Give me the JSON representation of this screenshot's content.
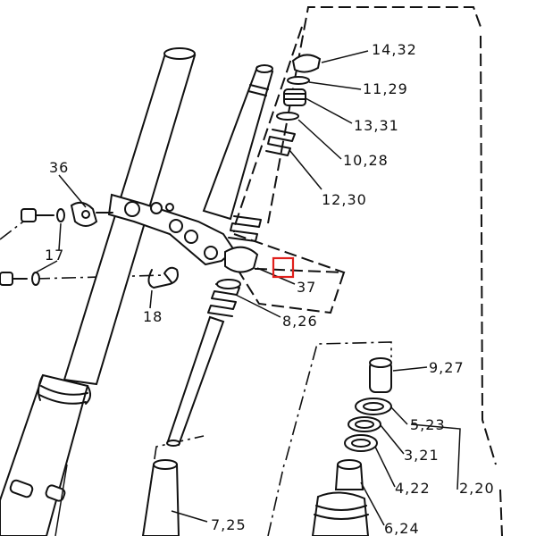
{
  "diagram": {
    "labels": [
      {
        "id": "l1",
        "text": "14,32"
      },
      {
        "id": "l2",
        "text": "11,29"
      },
      {
        "id": "l3",
        "text": "13,31"
      },
      {
        "id": "l4",
        "text": "10,28"
      },
      {
        "id": "l5",
        "text": "12,30"
      },
      {
        "id": "l6",
        "text": "36"
      },
      {
        "id": "l7",
        "text": "17"
      },
      {
        "id": "l8",
        "text": "18"
      },
      {
        "id": "l9",
        "text": "37"
      },
      {
        "id": "l10",
        "text": "8,26"
      },
      {
        "id": "l11",
        "text": "9,27"
      },
      {
        "id": "l12",
        "text": "5,23"
      },
      {
        "id": "l13",
        "text": "3,21"
      },
      {
        "id": "l14",
        "text": "4,22"
      },
      {
        "id": "l15",
        "text": "2,20"
      },
      {
        "id": "l16",
        "text": "6,24"
      },
      {
        "id": "l17",
        "text": "7,25"
      }
    ],
    "highlight_color": "#e0201c",
    "line_color": "#111111"
  }
}
